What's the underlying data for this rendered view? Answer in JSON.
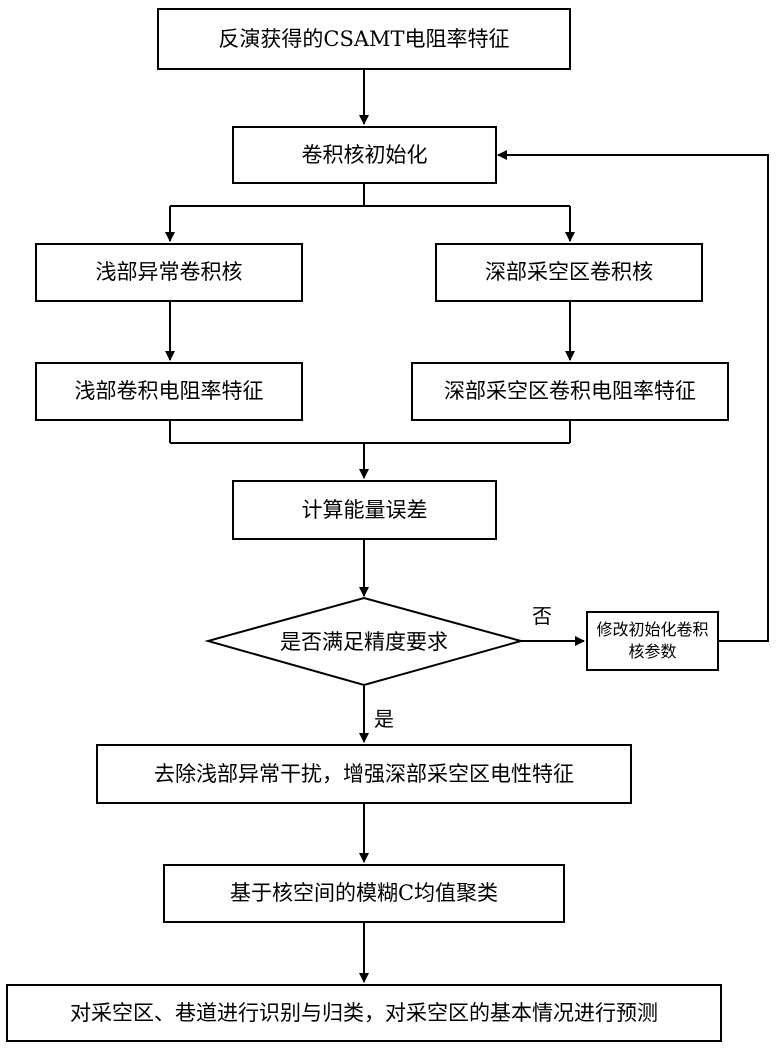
{
  "nodes": {
    "n1": "反演获得的CSAMT电阻率特征",
    "n2": "卷积核初始化",
    "n3": "浅部异常卷积核",
    "n4": "深部采空区卷积核",
    "n5": "浅部卷积电阻率特征",
    "n6": "深部采空区卷积电阻率特征",
    "n7": "计算能量误差",
    "n8": "是否满足精度要求",
    "n9": "修改初始化卷积核参数",
    "n10": "去除浅部异常干扰，增强深部采空区电性特征",
    "n11": "基于核空间的模糊C均值聚类",
    "n12": "对采空区、巷道进行识别与归类，对采空区的基本情况进行预测"
  },
  "labels": {
    "no": "否",
    "yes": "是"
  }
}
